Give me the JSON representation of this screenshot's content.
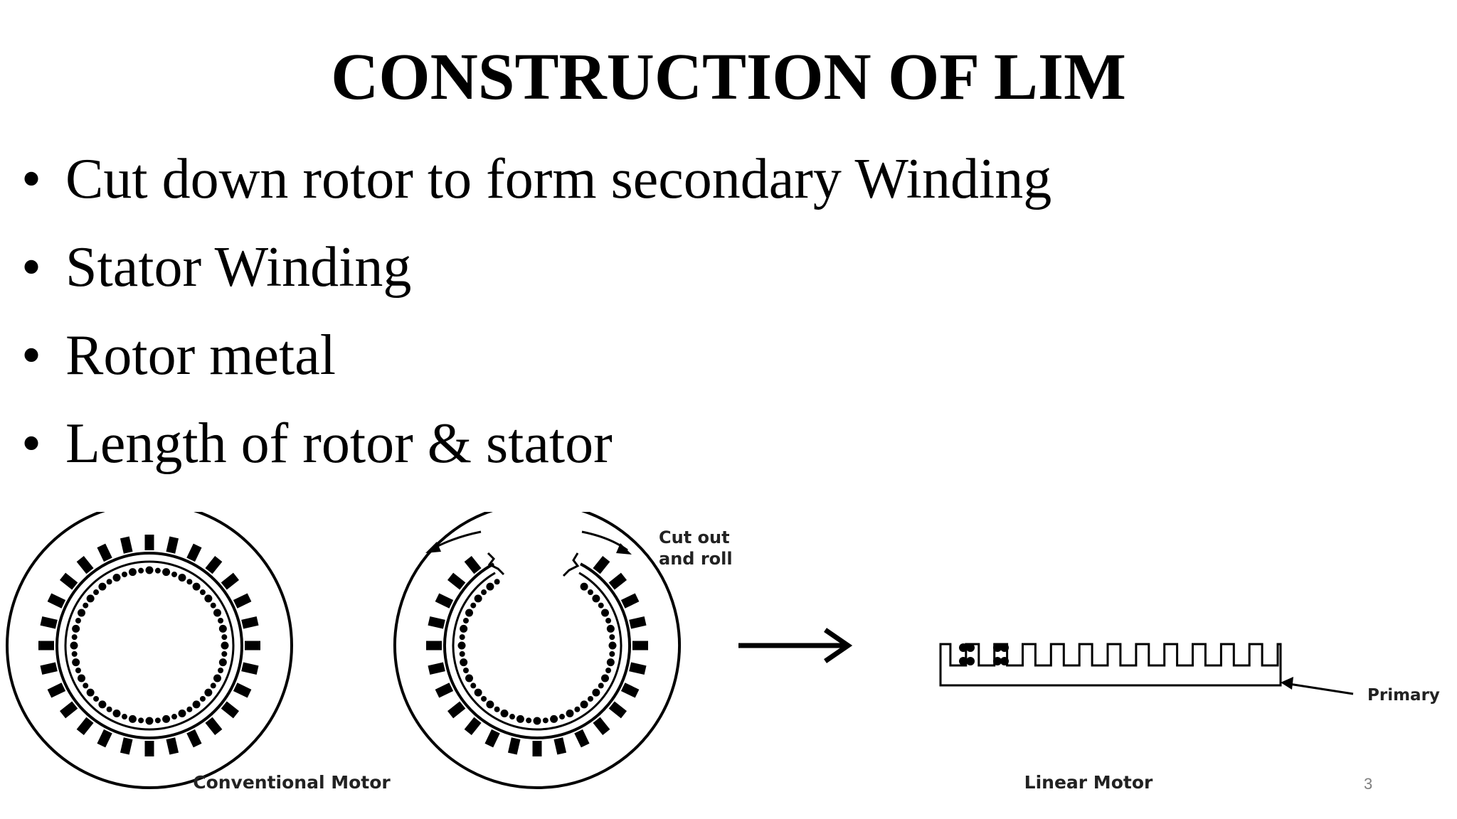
{
  "slide": {
    "title": "CONSTRUCTION OF LIM",
    "bullet_char": "•",
    "bullets": [
      "Cut down rotor to form secondary Winding",
      "Stator Winding",
      "Rotor metal",
      "Length of rotor & stator"
    ],
    "page_number": "3"
  },
  "figure": {
    "labels": {
      "conventional": "Conventional Motor",
      "cut_line1": "Cut out",
      "cut_line2": "and roll",
      "linear": "Linear Motor",
      "primary": "Primary"
    },
    "slot_count": 28,
    "linear_tooth_count": 12
  }
}
